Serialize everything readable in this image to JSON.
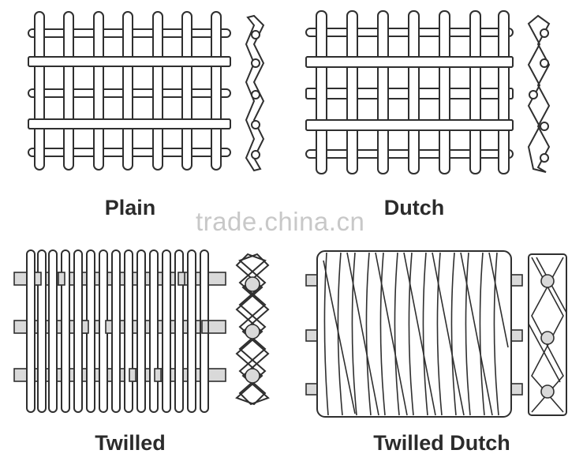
{
  "watermark": "trade.china.cn",
  "captions": {
    "plain": "Plain",
    "dutch": "Dutch",
    "twilled": "Twilled",
    "twilled_dutch": "Twilled Dutch"
  }
}
